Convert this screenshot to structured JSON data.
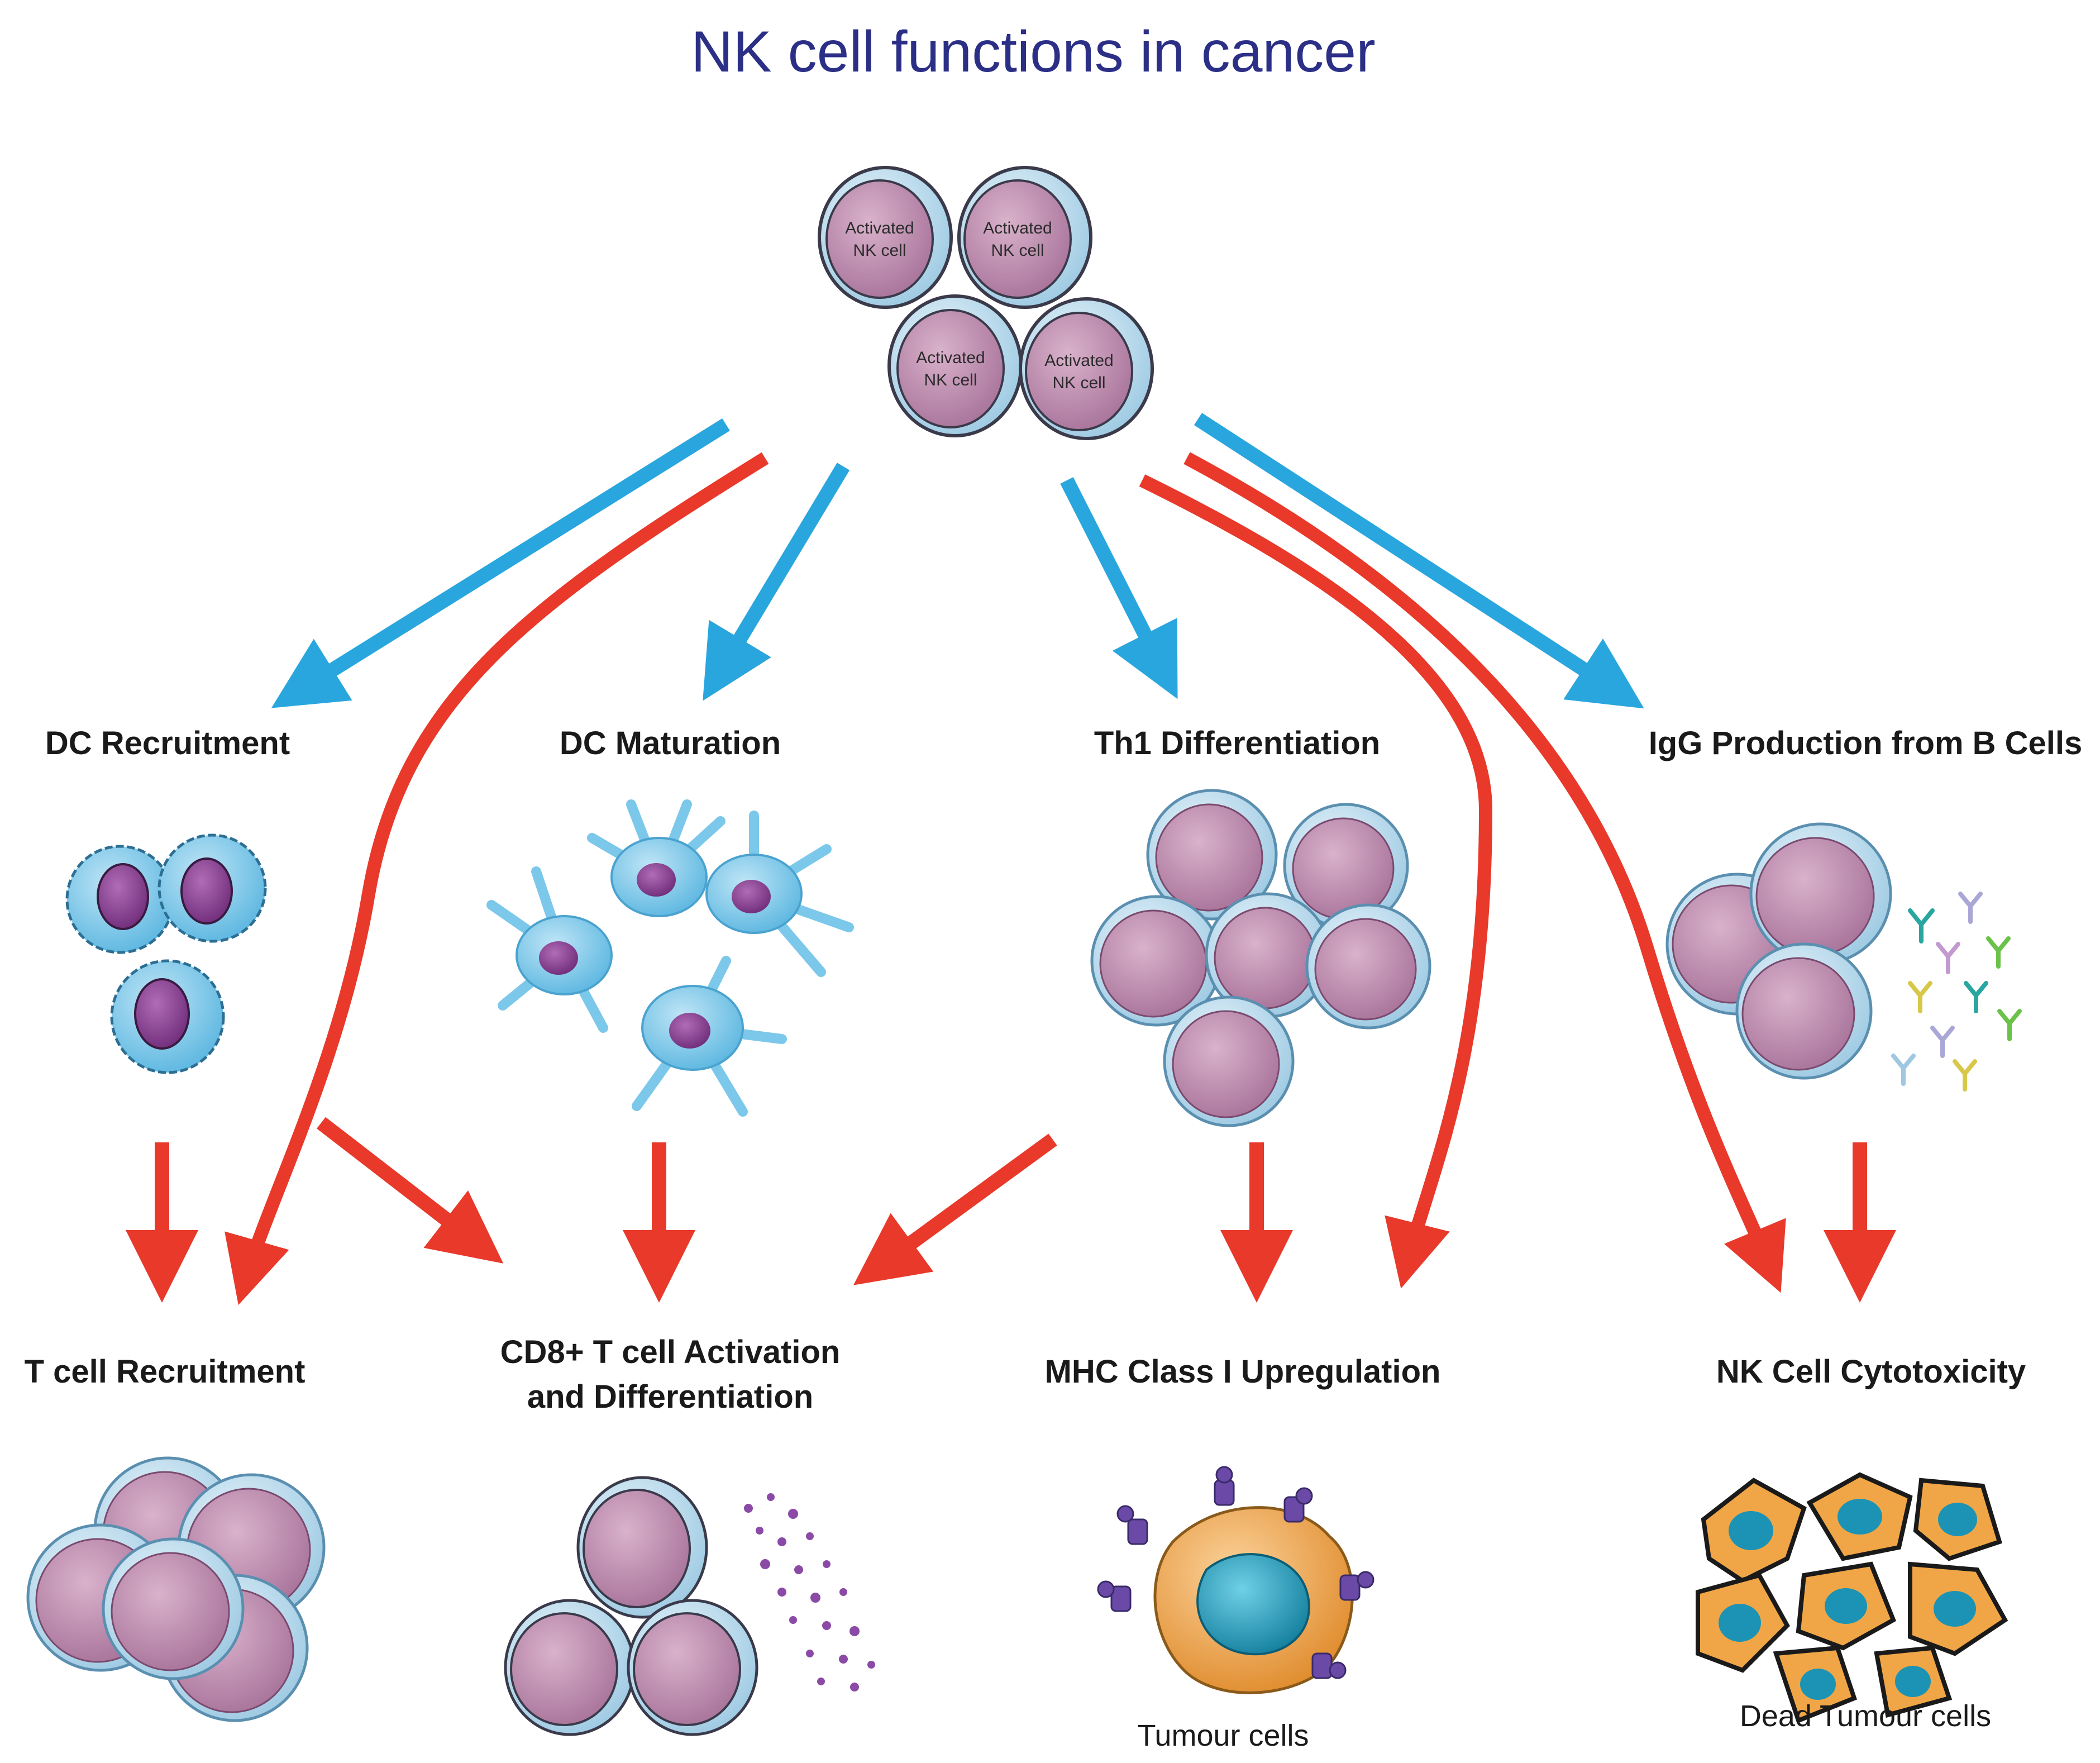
{
  "title": "NK cell functions in cancer",
  "nk_cell_label_line1": "Activated",
  "nk_cell_label_line2": "NK cell",
  "functions": {
    "dc_recruitment": "DC Recruitment",
    "dc_maturation": "DC Maturation",
    "th1_differentiation": "Th1 Differentiation",
    "igg_production": "IgG Production from B Cells"
  },
  "outcomes": {
    "t_cell_recruitment": "T cell Recruitment",
    "cd8_line1": "CD8+ T cell Activation",
    "cd8_line2": "and Differentiation",
    "mhc_upregulation": "MHC Class I Upregulation",
    "nk_cytotoxicity": "NK Cell Cytotoxicity"
  },
  "captions": {
    "tumour_cells": "Tumour cells",
    "dead_tumour_cells": "Dead Tumour cells"
  },
  "colors": {
    "title": "#2b2f86",
    "blue_arrow": "#29a6de",
    "red_arrow": "#e8392b",
    "nucleus": "#c18fb0",
    "cell_membrane": "#b9dcee",
    "dc_cell": "#7cc8ea",
    "tumour": "#f0a646",
    "tumour_nucleus": "#1c93b4"
  }
}
